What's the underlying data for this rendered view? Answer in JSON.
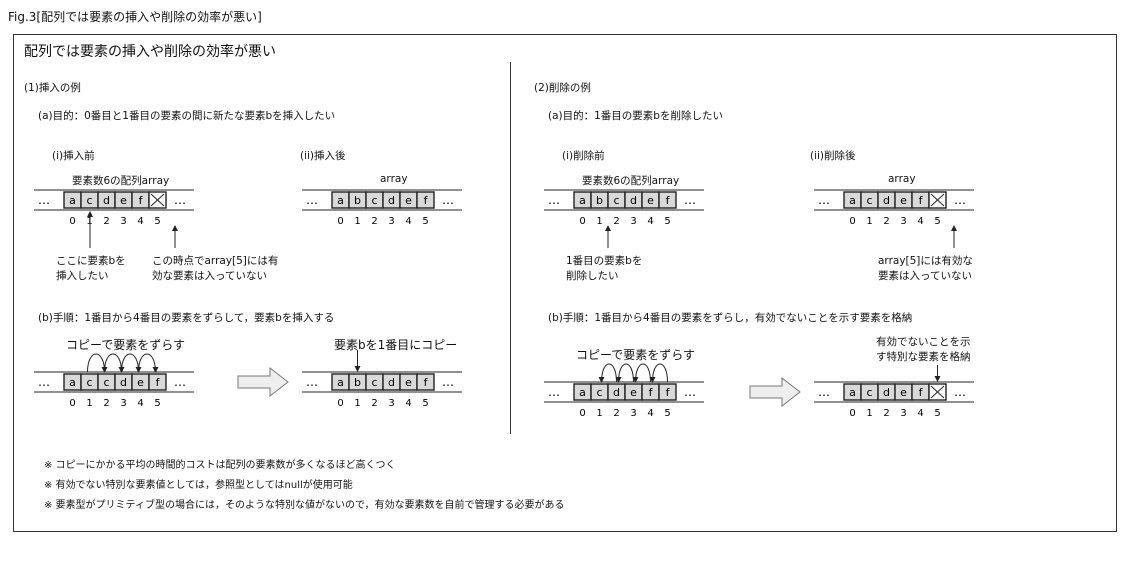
{
  "figure_caption": "Fig.3[配列では要素の挿入や削除の効率が悪い]",
  "frame_title": "配列では要素の挿入や削除の効率が悪い",
  "left": {
    "section_title": "(1)挿入の例",
    "purpose": "(a)目的：0番目と1番目の要素の間に新たな要素bを挿入したい",
    "before_label": "(i)挿入前",
    "before_array_label": "要素数6の配列array",
    "before_cells": [
      "a",
      "c",
      "d",
      "e",
      "f",
      "X"
    ],
    "after_label": "(ii)挿入後",
    "after_array_label": "array",
    "after_cells": [
      "a",
      "b",
      "c",
      "d",
      "e",
      "f"
    ],
    "annotation_1": [
      "ここに要素bを",
      "挿入したい"
    ],
    "annotation_2": [
      "この時点でarray[5]には有",
      "効な要素は入っていない"
    ],
    "procedure": "(b)手順：1番目から4番目の要素をずらして，要素bを挿入する",
    "shift_label": "コピーで要素をずらす",
    "shift_cells": [
      "a",
      "c",
      "c",
      "d",
      "e",
      "f"
    ],
    "copy_label": "要素bを1番目にコピー",
    "copy_cells": [
      "a",
      "b",
      "c",
      "d",
      "e",
      "f"
    ]
  },
  "right": {
    "section_title": "(2)削除の例",
    "purpose": "(a)目的：1番目の要素bを削除したい",
    "before_label": "(i)削除前",
    "before_array_label": "要素数6の配列array",
    "before_cells": [
      "a",
      "b",
      "c",
      "d",
      "e",
      "f"
    ],
    "after_label": "(ii)削除後",
    "after_array_label": "array",
    "after_cells": [
      "a",
      "c",
      "d",
      "e",
      "f",
      "X"
    ],
    "annotation_1": [
      "1番目の要素bを",
      "削除したい"
    ],
    "annotation_2": [
      "array[5]には有効な",
      "要素は入っていない"
    ],
    "procedure": "(b)手順：1番目から4番目の要素をずらし，有効でないことを示す要素を格納",
    "shift_label": "コピーで要素をずらす",
    "shift_cells": [
      "a",
      "c",
      "d",
      "e",
      "f",
      "f"
    ],
    "mark_label": [
      "有効でないことを示",
      "す特別な要素を格納"
    ],
    "mark_cells": [
      "a",
      "c",
      "d",
      "e",
      "f",
      "X"
    ]
  },
  "index_labels": [
    "0",
    "1",
    "2",
    "3",
    "4",
    "5"
  ],
  "ellipsis": "…",
  "notes": [
    "※ コピーにかかる平均の時間的コストは配列の要素数が多くなるほど高くつく",
    "※ 有効でない特別な要素値としては，参照型としてはnullが使用可能",
    "※ 要素型がプリミティブ型の場合には，そのような特別な値がないので，有効な要素数を自前で管理する必要がある"
  ],
  "colors": {
    "cell_fill": "#d9d9d9",
    "line": "#222222",
    "arrow_fill": "#eeeeee"
  }
}
